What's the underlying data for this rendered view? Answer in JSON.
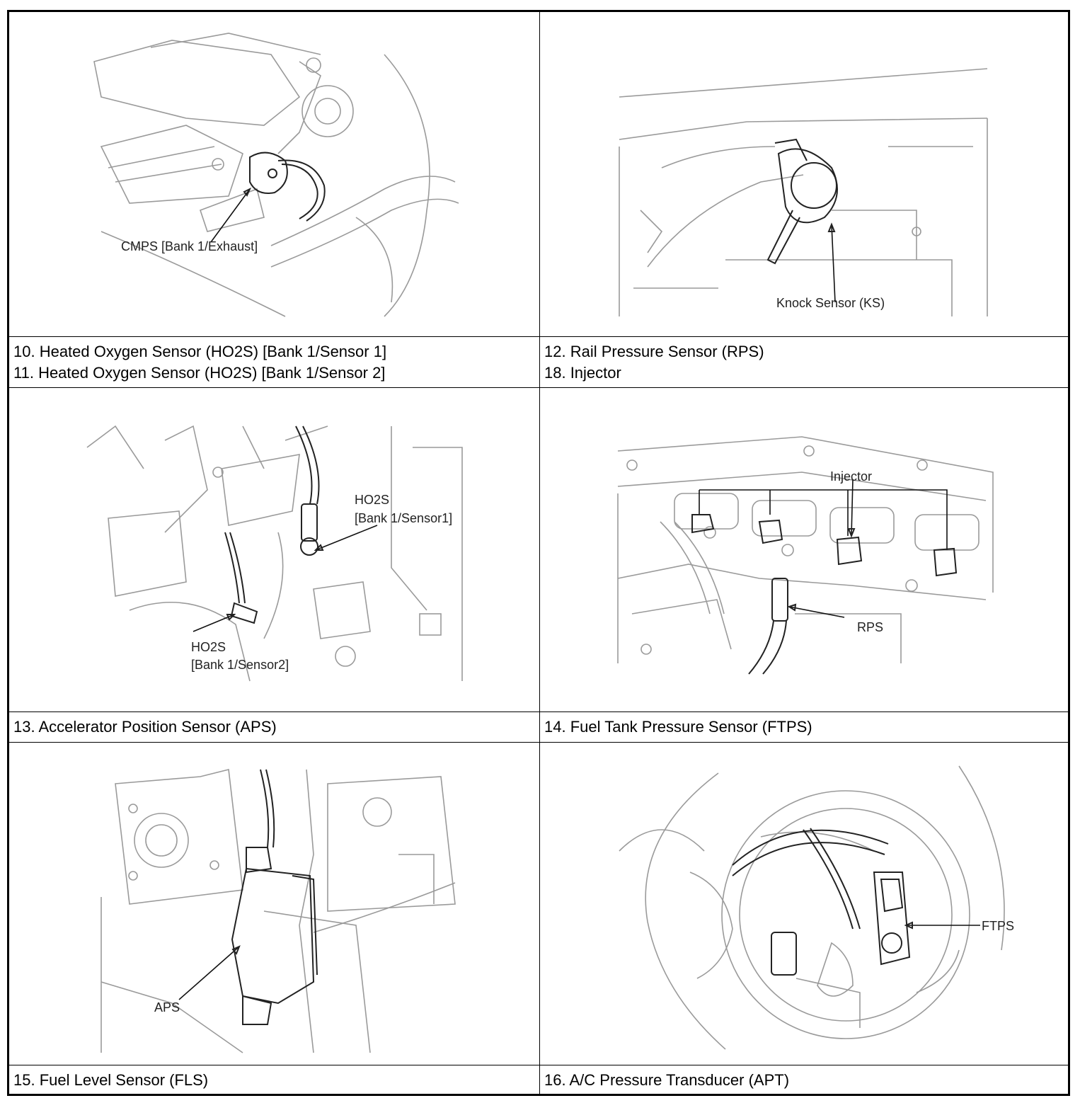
{
  "panels": {
    "cmps": {
      "label": "CMPS [Bank 1/Exhaust]"
    },
    "knock": {
      "label": "Knock Sensor (KS)"
    },
    "ho2s": {
      "label1a": "HO2S",
      "label1b": "[Bank 1/Sensor1]",
      "label2a": "HO2S",
      "label2b": "[Bank 1/Sensor2]"
    },
    "rps": {
      "injector_label": "Injector",
      "rps_label": "RPS"
    },
    "aps": {
      "label": "APS"
    },
    "ftps": {
      "label": "FTPS"
    }
  },
  "captions": {
    "row1_left_1": "10. Heated Oxygen Sensor (HO2S) [Bank 1/Sensor 1]",
    "row1_left_2": "11. Heated Oxygen Sensor (HO2S) [Bank 1/Sensor 2]",
    "row1_right_1": "12. Rail Pressure Sensor (RPS)",
    "row1_right_2": "18. Injector",
    "row2_left": "13. Accelerator Position Sensor (APS)",
    "row2_right": "14. Fuel Tank Pressure Sensor (FTPS)",
    "row3_left": "15. Fuel Level Sensor (FLS)",
    "row3_right": "16. A/C Pressure Transducer (APT)"
  }
}
